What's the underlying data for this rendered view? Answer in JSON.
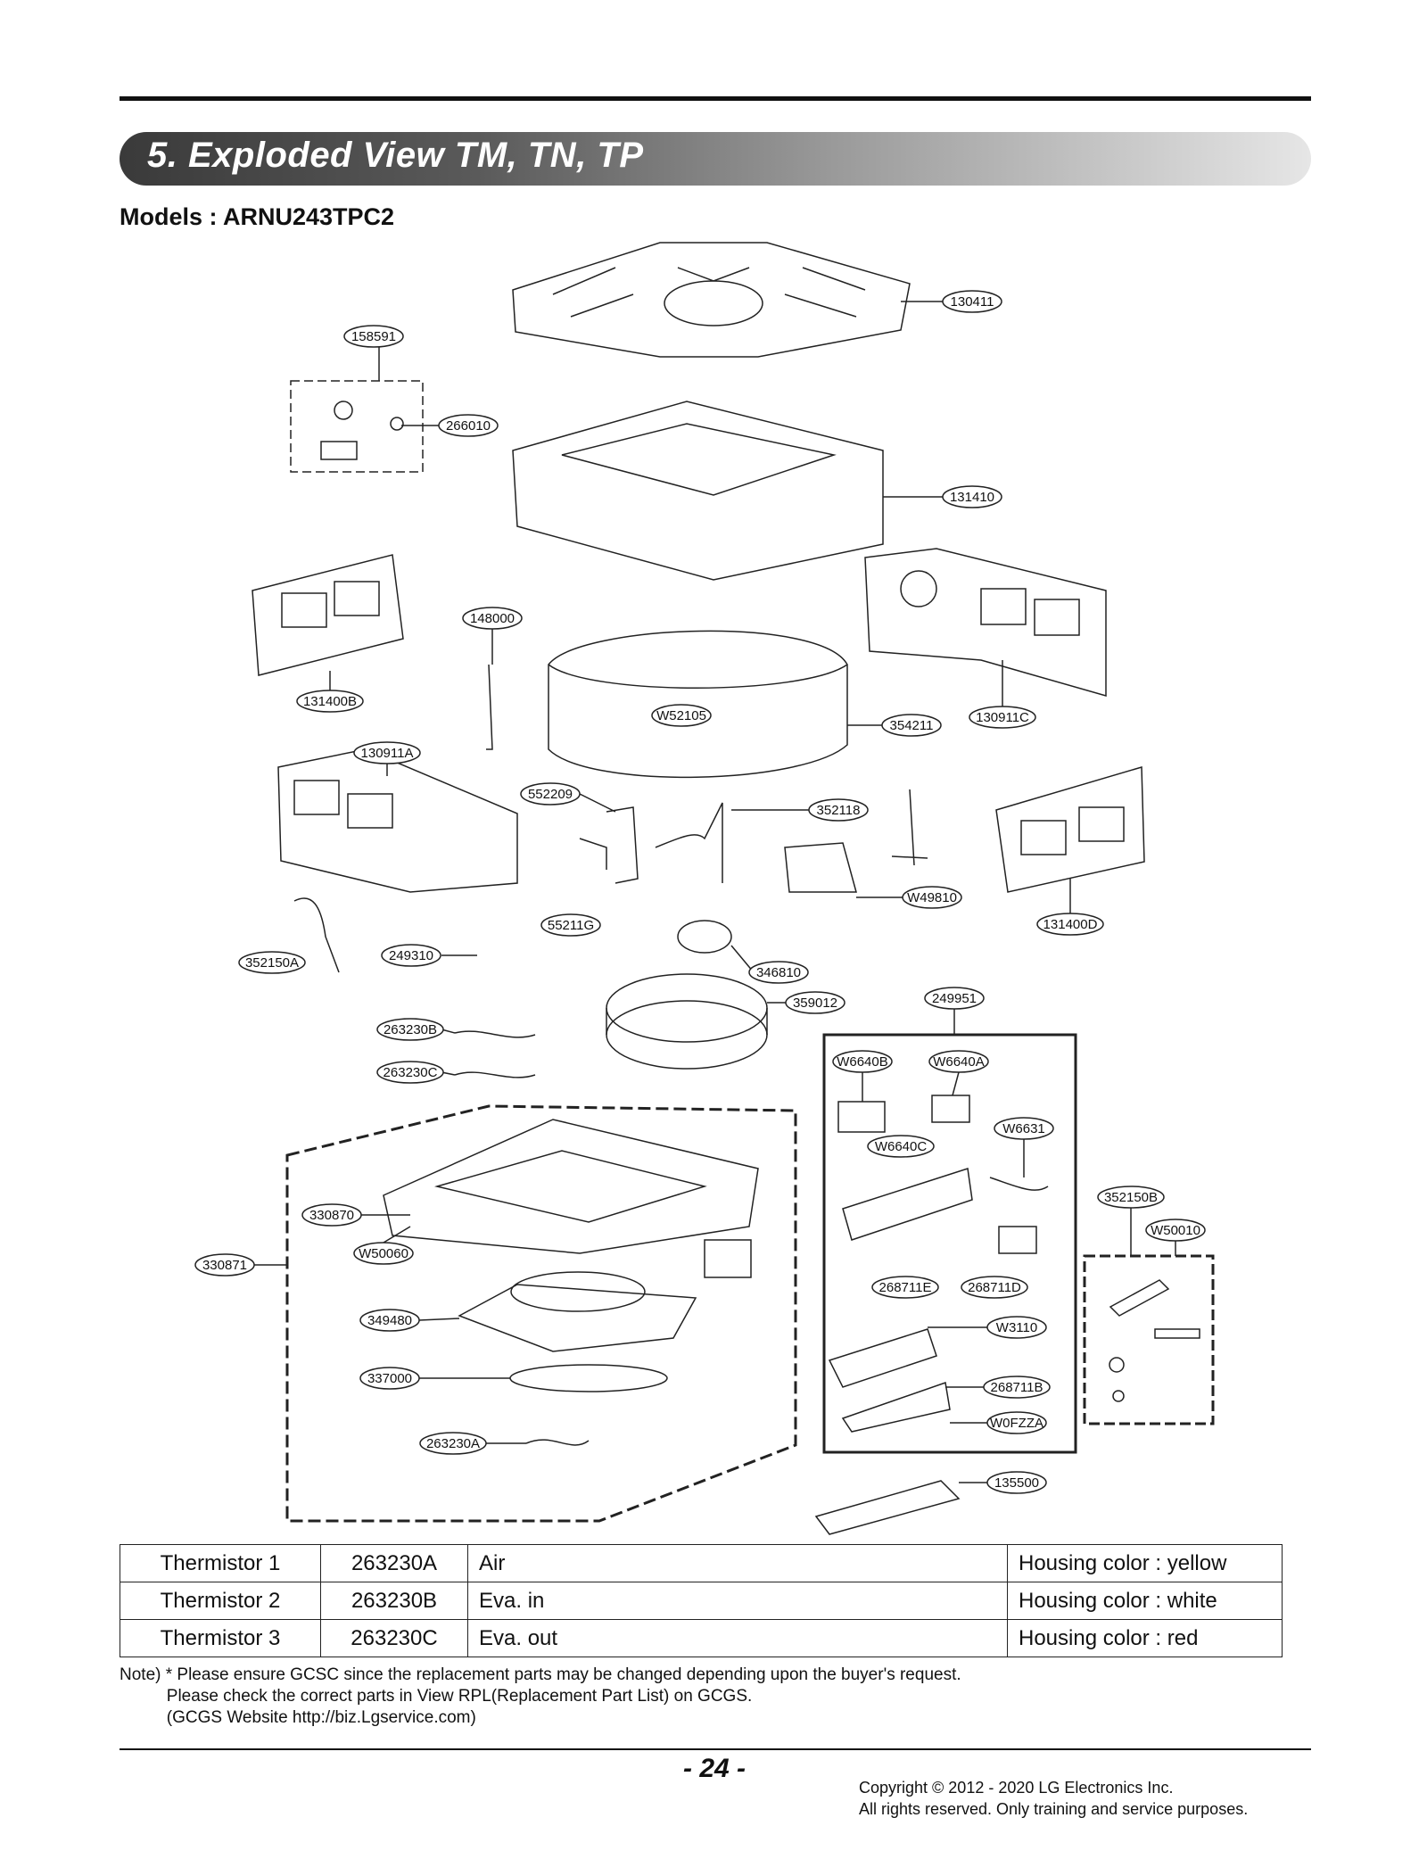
{
  "header": {
    "title": "5. Exploded View TM, TN, TP",
    "models": "Models : ARNU243TPC2"
  },
  "diagram": {
    "callouts": [
      "130411",
      "158591",
      "266010",
      "131410",
      "148000",
      "131400B",
      "130911C",
      "354211",
      "W52105",
      "130911A",
      "552209",
      "352118",
      "W49810",
      "55211G",
      "131400D",
      "352150A",
      "249310",
      "346810",
      "359012",
      "249951",
      "263230B",
      "263230C",
      "W6640B",
      "W6640A",
      "W6631",
      "W6640C",
      "352150B",
      "W50010",
      "330870",
      "330871",
      "W50060",
      "268711E",
      "268711D",
      "349480",
      "W3110",
      "337000",
      "268711B",
      "W0FZZA",
      "263230A",
      "135500"
    ]
  },
  "table": {
    "rows": [
      [
        "Thermistor 1",
        "263230A",
        "Air",
        "Housing color : yellow"
      ],
      [
        "Thermistor 2",
        "263230B",
        "Eva. in",
        "Housing color : white"
      ],
      [
        "Thermistor 3",
        "263230C",
        "Eva. out",
        "Housing color : red"
      ]
    ]
  },
  "note": {
    "line1": "Note) * Please ensure GCSC since the replacement parts may be changed depending upon the buyer's request.",
    "line2": "          Please check the correct parts in View RPL(Replacement Part List) on GCGS.",
    "line3": "          (GCGS Website http://biz.Lgservice.com)"
  },
  "footer": {
    "page": "- 24 -",
    "copyright1": "Copyright © 2012 - 2020 LG Electronics Inc.",
    "copyright2": "All rights reserved. Only training and service purposes."
  }
}
